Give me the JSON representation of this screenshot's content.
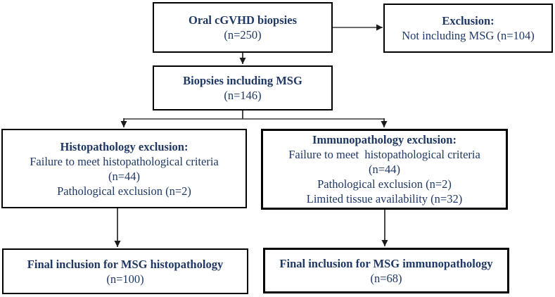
{
  "diagram": {
    "type": "flowchart",
    "background_color": "#ffffff",
    "text_color": "#1f3864",
    "border_color": "#000000",
    "arrow_color": "#3a3a3a",
    "arrowhead_color": "#1a1a1a",
    "nodes": [
      {
        "id": "oral-cgvhd-biopsies",
        "title": "Oral cGVHD biopsies",
        "lines": [
          "(n=250)"
        ]
      },
      {
        "id": "exclusion-not-including-msg",
        "title": "Exclusion:",
        "lines": [
          "Not including MSG (n=104)"
        ]
      },
      {
        "id": "biopsies-including-msg",
        "title": "Biopsies including MSG",
        "lines": [
          "(n=146)"
        ]
      },
      {
        "id": "histopathology-exclusion",
        "title": "Histopathology exclusion:",
        "lines": [
          "Failure to meet histopathological criteria",
          "(n=44)",
          "Pathological exclusion (n=2)"
        ]
      },
      {
        "id": "immunopathology-exclusion",
        "title": "Immunopathology exclusion:",
        "lines": [
          "Failure to meet  histopathological criteria",
          "(n=44)",
          "Pathological exclusion (n=2)",
          "Limited tissue availability (n=32)"
        ]
      },
      {
        "id": "final-inclusion-histopathology",
        "title": "Final inclusion for MSG histopathology",
        "lines": [
          "(n=100)"
        ]
      },
      {
        "id": "final-inclusion-immunopathology",
        "title": "Final inclusion for MSG immunopathology",
        "lines": [
          "(n=68)"
        ]
      }
    ],
    "edges": [
      {
        "from": "oral-cgvhd-biopsies",
        "to": "exclusion-not-including-msg"
      },
      {
        "from": "oral-cgvhd-biopsies",
        "to": "biopsies-including-msg"
      },
      {
        "from": "biopsies-including-msg",
        "to": "histopathology-exclusion"
      },
      {
        "from": "biopsies-including-msg",
        "to": "immunopathology-exclusion"
      },
      {
        "from": "histopathology-exclusion",
        "to": "final-inclusion-histopathology"
      },
      {
        "from": "immunopathology-exclusion",
        "to": "final-inclusion-immunopathology"
      }
    ]
  }
}
